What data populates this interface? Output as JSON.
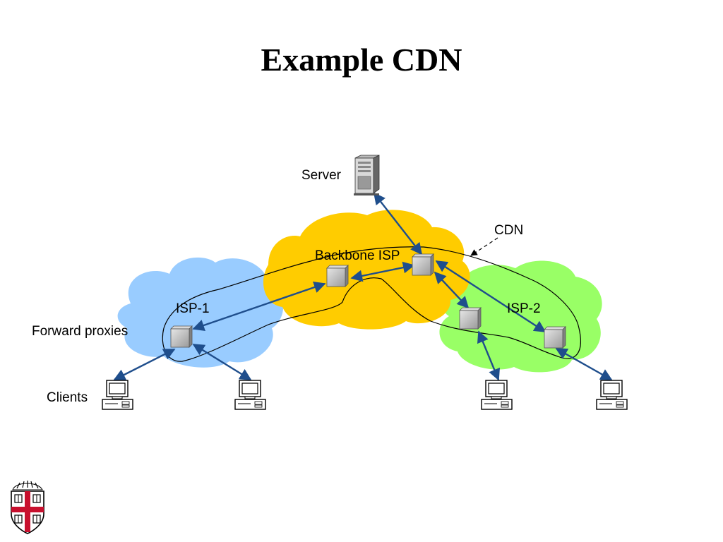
{
  "title": "Example CDN",
  "labels": {
    "server": "Server",
    "cdn": "CDN",
    "backbone": "Backbone ISP",
    "isp1": "ISP-1",
    "isp2": "ISP-2",
    "forward_proxies": "Forward proxies",
    "clients": "Clients"
  },
  "colors": {
    "backbone_cloud": "#ffcc00",
    "isp1_cloud": "#99ccff",
    "isp2_cloud": "#99ff66",
    "arrow": "#1f4e8c",
    "logo_red": "#c8102e"
  },
  "icons": [
    "server-icon",
    "cache-box-icon",
    "client-computer-icon",
    "university-shield-logo"
  ]
}
